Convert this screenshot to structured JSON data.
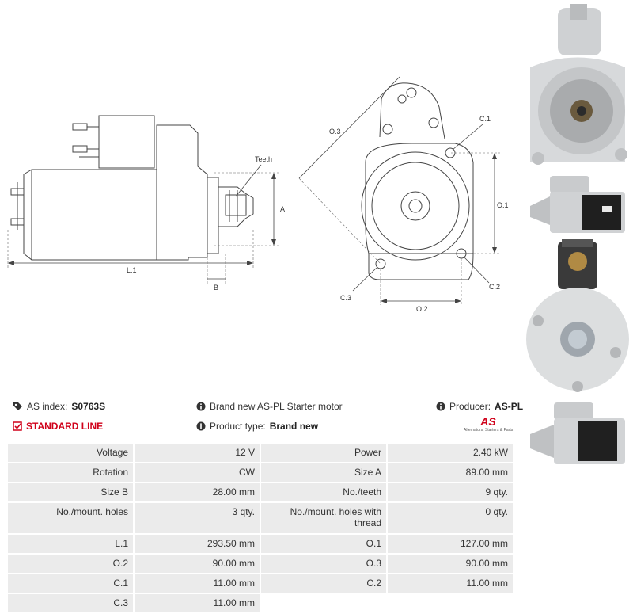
{
  "drawing_labels": {
    "teeth": "Teeth",
    "a": "A",
    "b": "B",
    "l1": "L.1",
    "o3": "O.3",
    "c1": "C.1",
    "o1": "O.1",
    "c2": "C.2",
    "c3": "C.3",
    "o2": "O.2"
  },
  "info": {
    "as_index_label": "AS index:",
    "as_index_value": "S0763S",
    "standard_line": "STANDARD LINE",
    "description": "Brand new AS-PL Starter motor",
    "product_type_label": "Product type:",
    "product_type_value": "Brand new",
    "producer_label": "Producer:",
    "producer_value": "AS-PL",
    "logo_text": "AS",
    "logo_tagline": "Alternators, Starters & Parts"
  },
  "specs": [
    {
      "l1": "Voltage",
      "v1": "12 V",
      "l2": "Power",
      "v2": "2.40 kW"
    },
    {
      "l1": "Rotation",
      "v1": "CW",
      "l2": "Size A",
      "v2": "89.00 mm"
    },
    {
      "l1": "Size B",
      "v1": "28.00 mm",
      "l2": "No./teeth",
      "v2": "9 qty."
    },
    {
      "l1": "No./mount. holes",
      "v1": "3 qty.",
      "l2": "No./mount. holes with thread",
      "v2": "0 qty."
    },
    {
      "l1": "L.1",
      "v1": "293.50 mm",
      "l2": "O.1",
      "v2": "127.00 mm"
    },
    {
      "l1": "O.2",
      "v1": "90.00 mm",
      "l2": "O.3",
      "v2": "90.00 mm"
    },
    {
      "l1": "C.1",
      "v1": "11.00 mm",
      "l2": "C.2",
      "v2": "11.00 mm"
    },
    {
      "l1": "C.3",
      "v1": "11.00 mm",
      "l2": "",
      "v2": ""
    }
  ],
  "colors": {
    "accent_red": "#d0021b",
    "cell_bg": "#ebebeb",
    "line": "#555555"
  }
}
